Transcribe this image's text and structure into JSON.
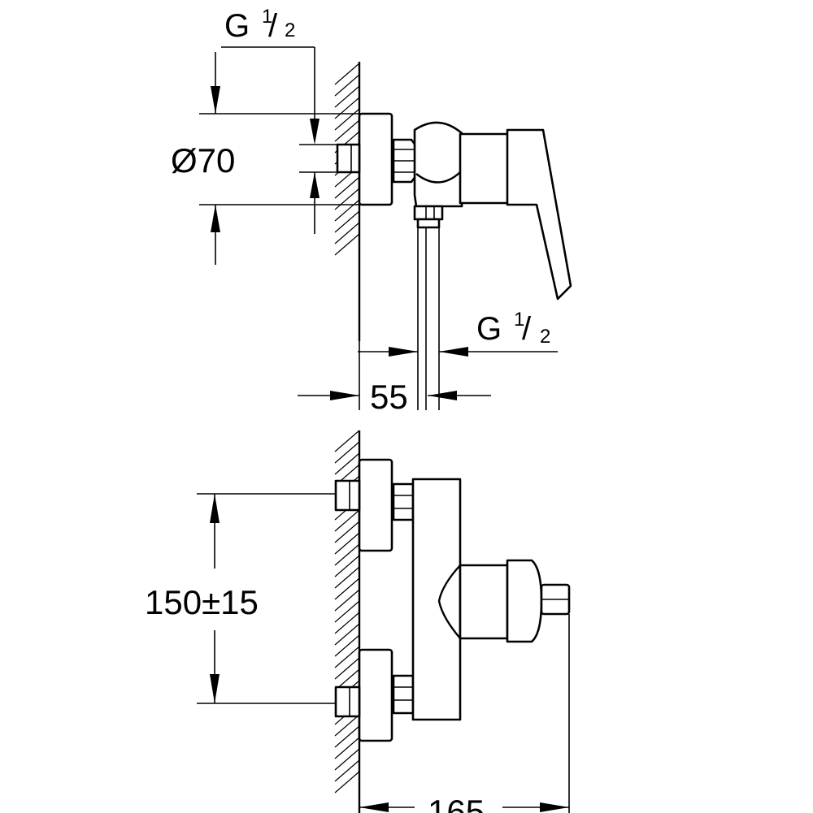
{
  "drawing": {
    "top_view": {
      "thread_top": {
        "prefix": "G ",
        "num": "1",
        "den": "2"
      },
      "thread_side": {
        "prefix": "G ",
        "num": "1",
        "den": "2"
      },
      "diameter": "Ø70",
      "projection": "55"
    },
    "front_view": {
      "center_distance": "150±15",
      "depth": "165"
    }
  }
}
